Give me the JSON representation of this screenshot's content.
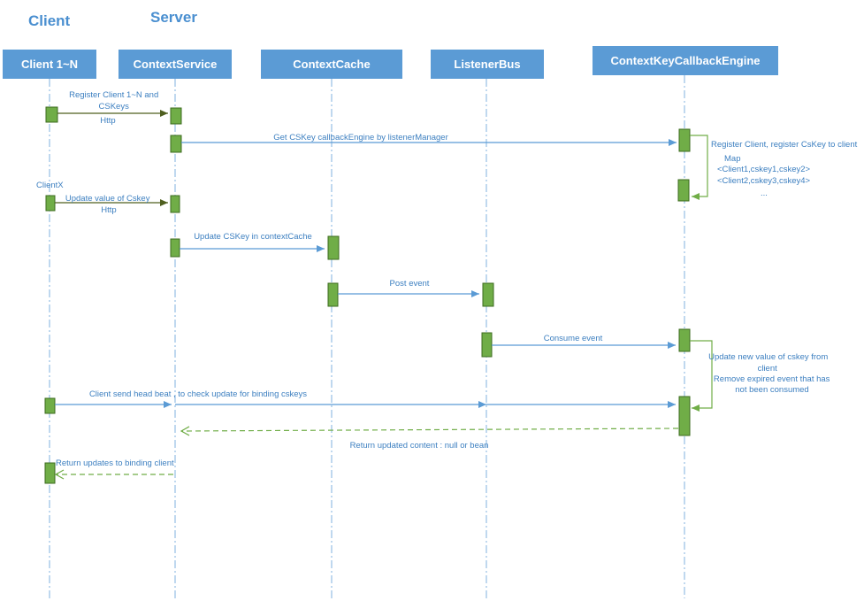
{
  "header": {
    "client_label": "Client",
    "server_label": "Server"
  },
  "participants": [
    {
      "id": "client",
      "label": "Client 1~N"
    },
    {
      "id": "service",
      "label": "ContextService"
    },
    {
      "id": "cache",
      "label": "ContextCache"
    },
    {
      "id": "bus",
      "label": "ListenerBus"
    },
    {
      "id": "engine",
      "label": "ContextKeyCallbackEngine"
    }
  ],
  "messages": {
    "register_client": {
      "lines": [
        "Register Client 1~N and",
        "CSKeys",
        "Http"
      ]
    },
    "get_engine": {
      "lines": [
        "Get CSKey callbackEngine by listenerManager"
      ]
    },
    "client_x": {
      "lines": [
        "ClientX"
      ]
    },
    "update_value": {
      "lines": [
        "Update value of Cskey",
        "Http"
      ]
    },
    "update_cache": {
      "lines": [
        "Update CSKey in contextCache"
      ]
    },
    "post_event": {
      "lines": [
        "Post event"
      ]
    },
    "consume_event": {
      "lines": [
        "Consume event"
      ]
    },
    "heartbeat": {
      "lines": [
        "Client send head beat , to check update for binding cskeys"
      ]
    },
    "return_content": {
      "lines": [
        "Return updated content : null or bean"
      ]
    },
    "return_updates": {
      "lines": [
        "Return updates to binding client"
      ]
    }
  },
  "notes": {
    "register_map": {
      "lines": [
        "Register Client, register CsKey to client",
        "Map",
        "<Client1,cskey1,cskey2>",
        "<Client2,cskey3,cskey4>",
        "..."
      ]
    },
    "update_remove": {
      "lines": [
        "Update new value of cskey from",
        "client",
        "Remove expired event that has",
        "not been consumed"
      ]
    }
  },
  "colors": {
    "header_blue": "#4a8fd0",
    "participant_fill": "#5b9bd5",
    "lifeline": "#9dc3e6",
    "activation_fill": "#70ad47",
    "activation_stroke": "#3d6b1f",
    "arrow_blue": "#5b9bd5",
    "arrow_dark_green": "#4f5f1f",
    "arrow_light_green": "#70ad47",
    "text_blue": "#3c7fc0"
  }
}
